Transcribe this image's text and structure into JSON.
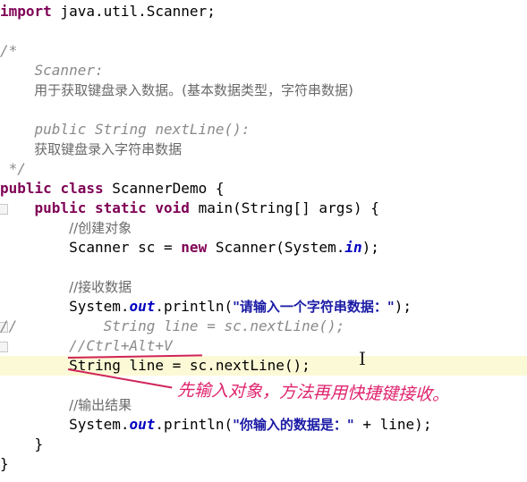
{
  "code": {
    "import_kw": "import",
    "import_rest": " java.util.Scanner;",
    "doc_open": "/*",
    "doc_scanner_label": "    Scanner:",
    "doc_scanner_desc": "        用于获取键盘录入数据。(基本数据类型，字符串数据)",
    "doc_method_sig": "    public String nextLine():",
    "doc_method_desc": "        获取键盘录入字符串数据",
    "doc_close": " */",
    "class_kw1": "public",
    "class_kw2": "class",
    "class_rest": " ScannerDemo {",
    "main_kw1": "public",
    "main_kw2": "static",
    "main_kw3": "void",
    "main_rest": " main(String[] args) {",
    "cm_create": "//创建对象",
    "sc_decl_a": "Scanner sc = ",
    "sc_new": "new",
    "sc_decl_b": " Scanner(System.",
    "sc_in": "in",
    "sc_decl_c": ");",
    "cm_receive": "//接收数据",
    "p1_a": "System.",
    "p1_out": "out",
    "p1_b": ".println(",
    "p1_str": "\"请输入一个字符串数据：\"",
    "p1_c": ");",
    "commented_marker": "//",
    "commented_code": "String line = sc.nextLine();",
    "cm_shortcut": "//Ctrl+Alt+V",
    "line_decl": "String line = sc.nextLine();",
    "cm_output": "//输出结果",
    "p2_a": "System.",
    "p2_out": "out",
    "p2_b": ".println(",
    "p2_str": "\"你输入的数据是：\"",
    "p2_c": " + line);",
    "close_inner": "}",
    "close_outer": "}"
  },
  "annotation": {
    "handwritten_note": "先输入对象，方法再用快捷键接收。",
    "ink_color": "#e0246e"
  },
  "colors": {
    "keyword": "#7f0055",
    "comment": "#8a8a8a",
    "string": "#1a1aa6",
    "field": "#0000c0",
    "current_line": "#fcfad6"
  }
}
